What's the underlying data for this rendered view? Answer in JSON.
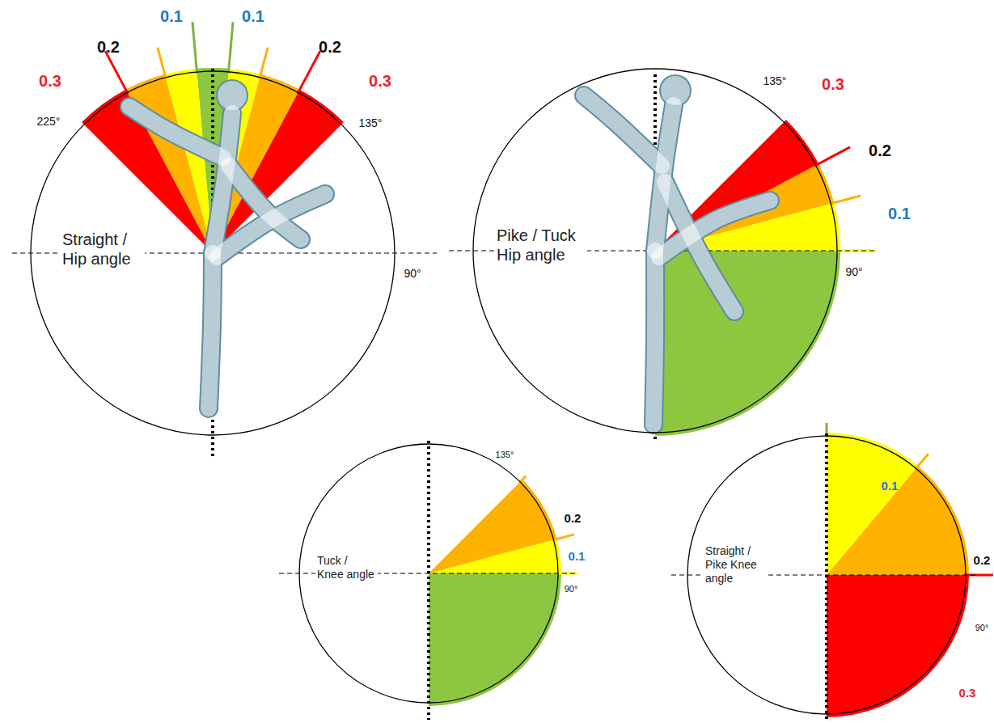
{
  "diagram": {
    "nodes": [
      {
        "text": [
          "Straight / Hip angle"
        ]
      },
      {
        "text": [
          "Pike / Tuck Hip angle"
        ]
      },
      {
        "text": [
          "Tuck / Knee angle"
        ]
      },
      {
        "text": [
          "Straight / Pike Knee angle"
        ]
      }
    ],
    "labels": [
      "0.1",
      "0.1",
      "0.2",
      "0.2",
      "0.3",
      "0.3",
      "225°",
      "135°",
      "90°",
      "135°",
      "0.3",
      "0.2",
      "0.1",
      "90°",
      "135°",
      "0.2",
      "0.1",
      "90°",
      "0.1",
      "0.2",
      "90°",
      "0.3"
    ]
  }
}
